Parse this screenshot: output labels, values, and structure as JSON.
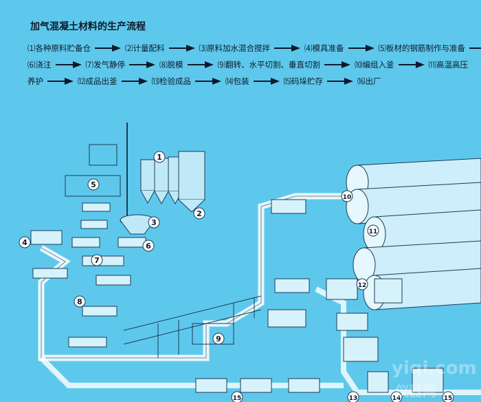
{
  "title": "加气混凝土材料的生产流程",
  "steps_rows": [
    [
      "⑴各种原料贮备仓",
      "⑵计量配料",
      "⑶原料加水混合搅拌",
      "⑷模具准备",
      "⑸板材的钢筋制作与准备"
    ],
    [
      "⑹浇注",
      "⑺发气静停",
      "⑻脱模",
      "⑼翻转、水平切割、垂直切割",
      "⑽编组入釜",
      "⑾高温高压"
    ],
    [
      "养护",
      "⑿成品出釜",
      "⒀检验成品",
      "⒁包装",
      "⒂码垛贮存",
      "⒃出厂"
    ]
  ],
  "diagram_labels": [
    "1",
    "2",
    "3",
    "4",
    "5",
    "6",
    "7",
    "8",
    "9",
    "10",
    "11",
    "12",
    "13",
    "14",
    "15",
    "15"
  ],
  "watermark": {
    "latin": "yiqi.com",
    "cjk": "仪器网"
  },
  "colors": {
    "background": "#5ec8ec",
    "line": "#ffffff",
    "text": "#0d1a2a"
  }
}
